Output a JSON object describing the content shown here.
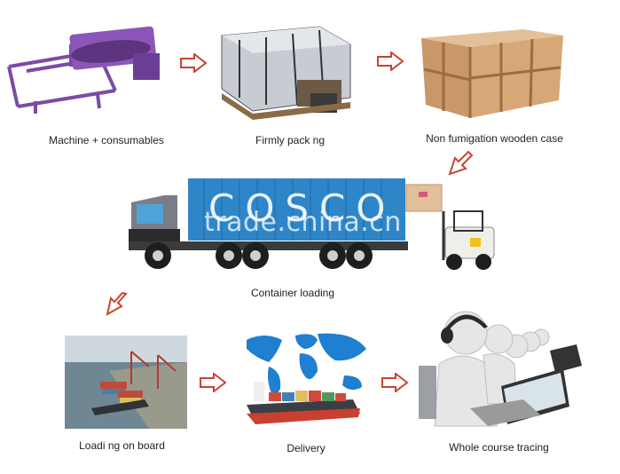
{
  "colors": {
    "arrow": "#c8452e",
    "machine": "#7b4aa6",
    "wood": "#c9976a",
    "container": "#2e86c9",
    "truck_cab": "#7a7d86",
    "sea": "#6f8793",
    "map": "#1f7fd1"
  },
  "stages": [
    {
      "id": "machine",
      "caption": "Machine + consumables"
    },
    {
      "id": "packing",
      "caption": "Firmly pack ng"
    },
    {
      "id": "wooden_case",
      "caption": "Non fumigation wooden case"
    },
    {
      "id": "container",
      "caption": "Container loading"
    },
    {
      "id": "onboard",
      "caption": "Loadi ng on board"
    },
    {
      "id": "delivery",
      "caption": "Delivery"
    },
    {
      "id": "tracing",
      "caption": "Whole course tracing"
    }
  ],
  "container_text": "COSCO",
  "watermark": "trade.china.cn",
  "icons": {
    "arrow": "outline-right-arrow-icon",
    "arrow_diag": "outline-down-left-arrow-icon"
  }
}
